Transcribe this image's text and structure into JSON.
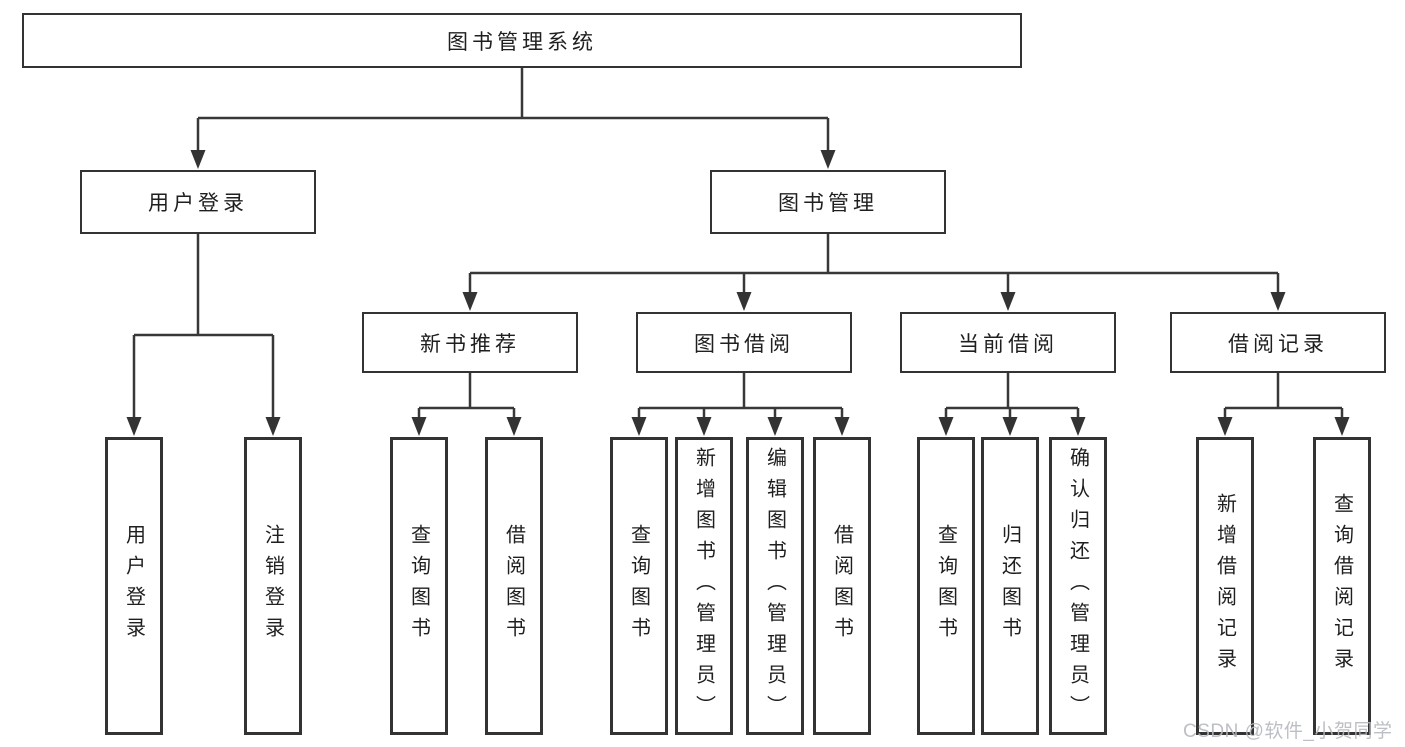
{
  "diagram": {
    "root": {
      "label": "图书管理系统"
    },
    "branches": [
      {
        "label": "用户登录",
        "children": [
          {
            "label": "用户登录"
          },
          {
            "label": "注销登录"
          }
        ]
      },
      {
        "label": "图书管理",
        "children": [
          {
            "label": "新书推荐",
            "children": [
              {
                "label": "查询图书"
              },
              {
                "label": "借阅图书"
              }
            ]
          },
          {
            "label": "图书借阅",
            "children": [
              {
                "label": "查询图书"
              },
              {
                "label": "新增图书（管理员）"
              },
              {
                "label": "编辑图书（管理员）"
              },
              {
                "label": "借阅图书"
              }
            ]
          },
          {
            "label": "当前借阅",
            "children": [
              {
                "label": "查询图书"
              },
              {
                "label": "归还图书"
              },
              {
                "label": "确认归还（管理员）"
              }
            ]
          },
          {
            "label": "借阅记录",
            "children": [
              {
                "label": "新增借阅记录"
              },
              {
                "label": "查询借阅记录"
              }
            ]
          }
        ]
      }
    ]
  },
  "watermark": {
    "text": "CSDN @软件_小贺同学"
  },
  "colors": {
    "line": "#383838",
    "box_border": "#333333",
    "text": "#1f1f1f",
    "watermark": "#b5b9be",
    "background": "#ffffff"
  }
}
